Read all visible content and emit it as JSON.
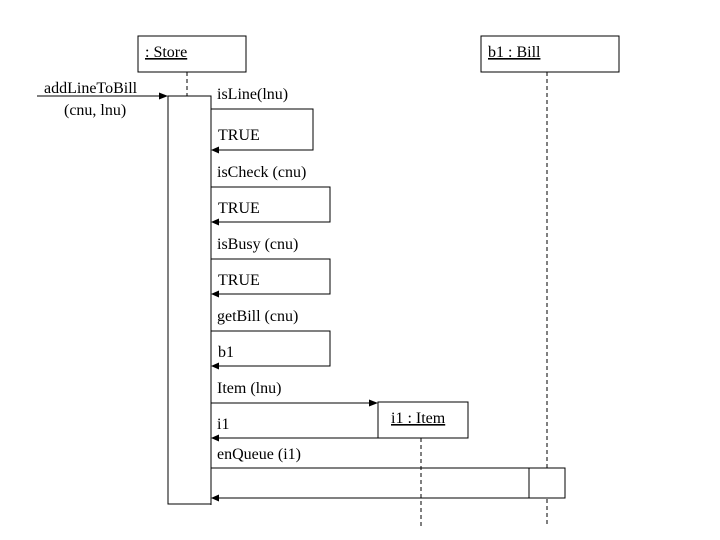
{
  "objects": {
    "store": ": Store",
    "bill": "b1 : Bill",
    "item": "i1 : Item"
  },
  "messages": {
    "add_line_1": "addLineToBill",
    "add_line_2": "(cnu, lnu)",
    "is_line": "isLine(lnu)",
    "is_line_ret": "TRUE",
    "is_check": "isCheck (cnu)",
    "is_check_ret": "TRUE",
    "is_busy": "isBusy (cnu)",
    "is_busy_ret": "TRUE",
    "get_bill": "getBill (cnu)",
    "get_bill_ret": "b1",
    "item_create": "Item (lnu)",
    "item_ret": "i1",
    "enqueue": "enQueue (i1)"
  }
}
